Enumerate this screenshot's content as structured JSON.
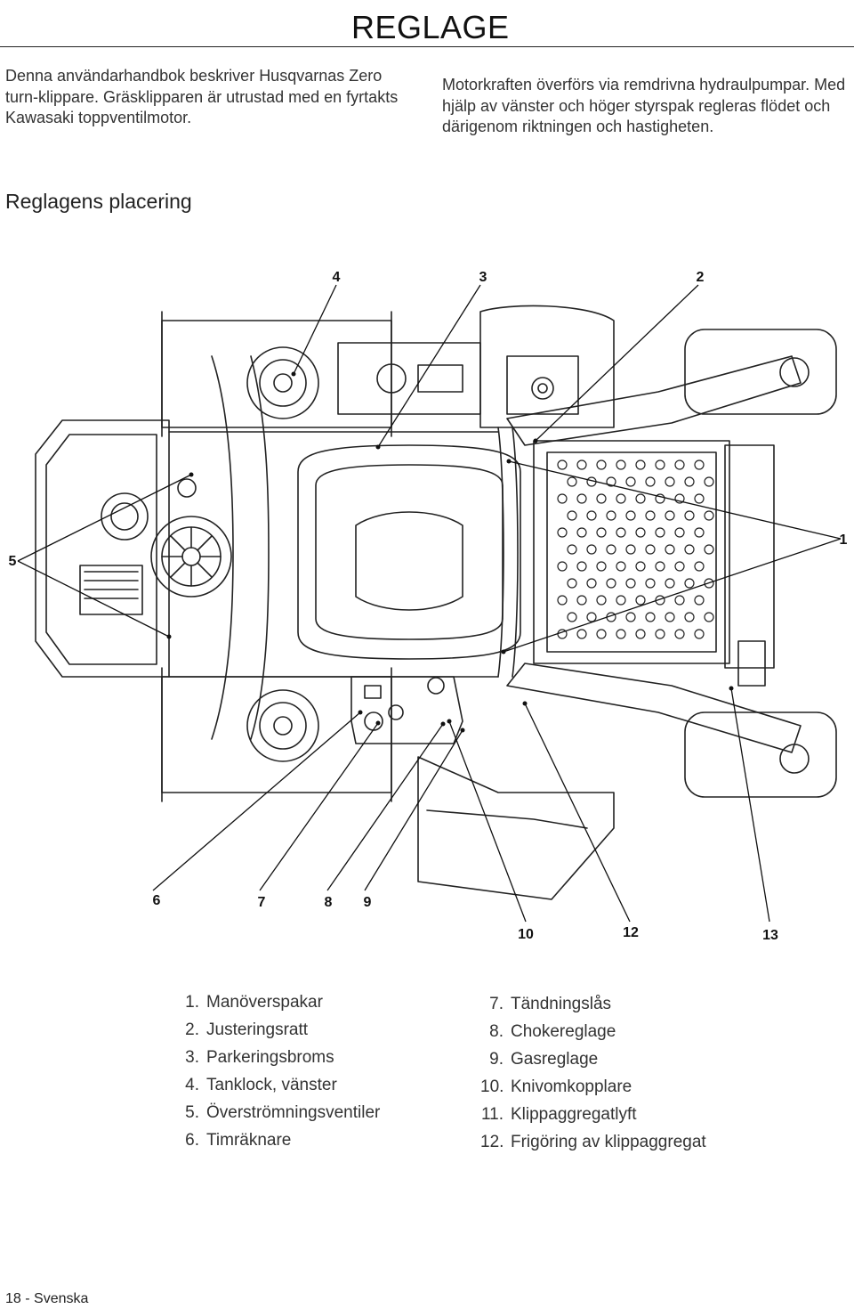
{
  "header": {
    "title": "REGLAGE"
  },
  "intro": {
    "left": "Denna användarhandbok beskriver Husqvarnas Zero turn-klippare. Gräsklipparen är utrustad med en fyrtakts Kawasaki toppventilmotor.",
    "right": "Motorkraften överförs via remdrivna hydraulpumpar. Med hjälp av vänster och höger styrspak regleras flödet och därigenom riktningen och hastigheten."
  },
  "section": {
    "title": "Reglagens placering"
  },
  "diagram": {
    "callouts": [
      "4",
      "3",
      "2",
      "1",
      "5",
      "6",
      "7",
      "8",
      "9",
      "10",
      "12",
      "13"
    ]
  },
  "legend": {
    "left": [
      {
        "num": "1.",
        "label": "Manöverspakar"
      },
      {
        "num": "2.",
        "label": "Justeringsratt"
      },
      {
        "num": "3.",
        "label": "Parkeringsbroms"
      },
      {
        "num": "4.",
        "label": "Tanklock, vänster"
      },
      {
        "num": "5.",
        "label": "Överströmningsventiler"
      },
      {
        "num": "6.",
        "label": "Timräknare"
      }
    ],
    "right": [
      {
        "num": "7.",
        "label": "Tändningslås"
      },
      {
        "num": "8.",
        "label": "Chokereglage"
      },
      {
        "num": "9.",
        "label": "Gasreglage"
      },
      {
        "num": "10.",
        "label": "Knivomkopplare"
      },
      {
        "num": "11.",
        "label": "Klippaggregatlyft"
      },
      {
        "num": "12.",
        "label": "Frigöring av klippaggregat"
      }
    ]
  },
  "footer": {
    "page": "18 - Svenska"
  }
}
